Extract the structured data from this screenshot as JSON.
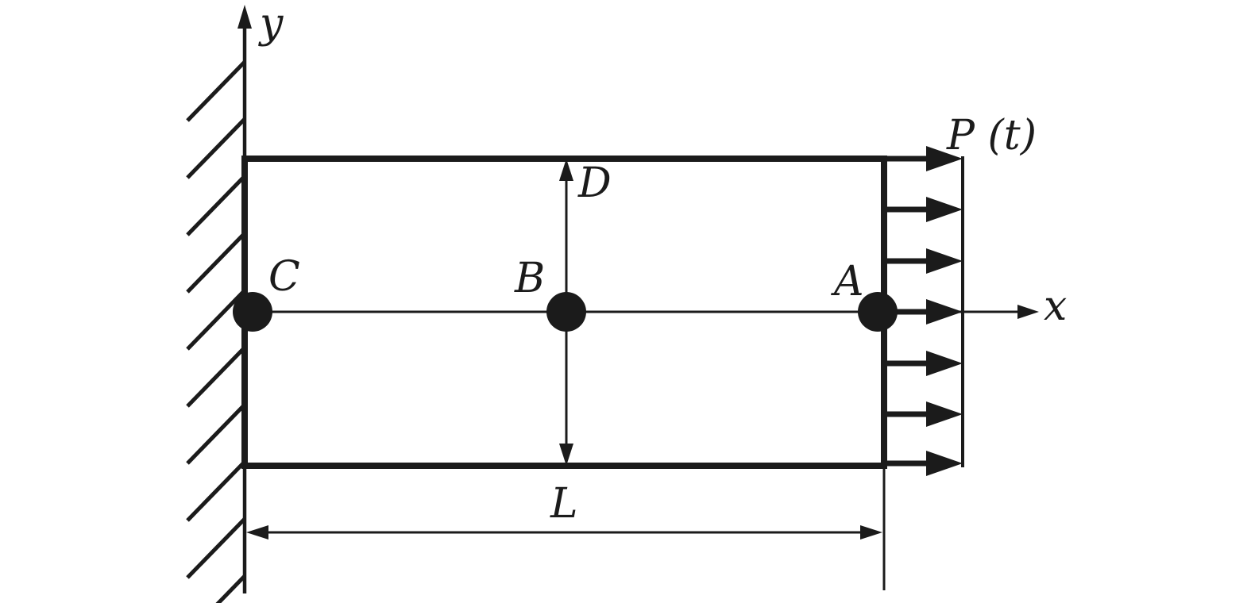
{
  "figure": {
    "colors": {
      "ink": "#1b1b1b",
      "background": "#ffffff"
    },
    "labels": {
      "y_axis": "y",
      "x_axis": "x",
      "load": "P (t)",
      "depth": "D",
      "length": "L",
      "point_c": "C",
      "point_b": "B",
      "point_a": "A"
    },
    "points": [
      "C",
      "B",
      "A"
    ],
    "load_arrow_count": 7,
    "wall_hatch_count": 10
  }
}
